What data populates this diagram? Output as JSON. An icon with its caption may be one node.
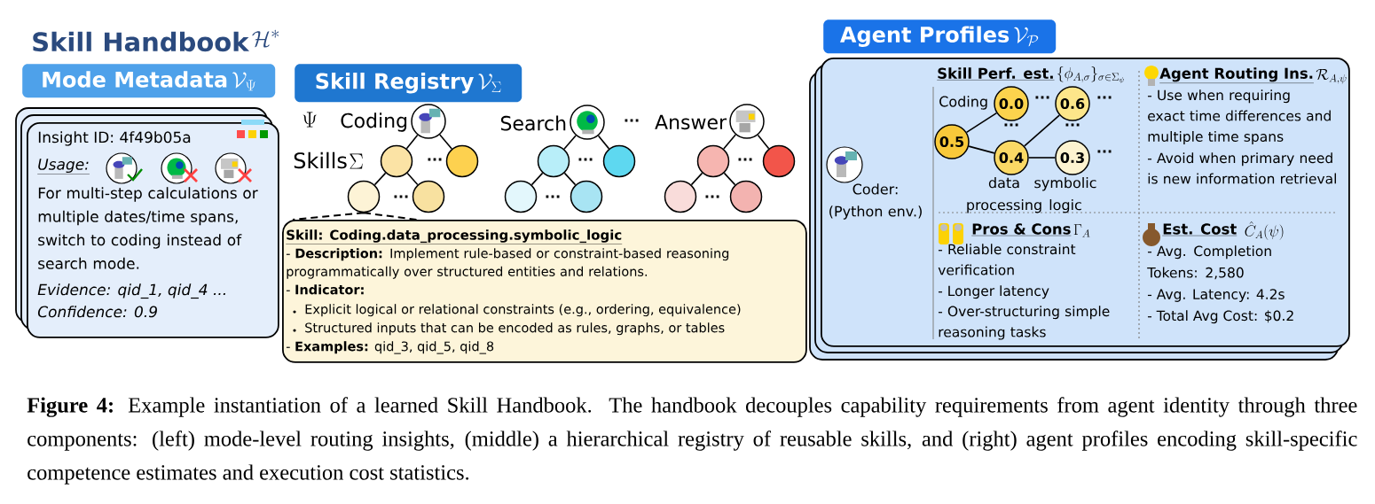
{
  "diagram": {
    "title": "Skill Handbook",
    "caption": "**Figure 4:** Example instantiation of a learned Skill Handbook. The handbook decouples capability requirements from agent identity through three components: (left) mode-level routing insights, (middle) a hierarchical registry of reusable skills, and (right) agent profiles encoding skill-specific competence estimates and execution cost statistics.",
    "nodes": [
      {
        "text": [
          "Mode Metadata",
          "\\mathcal{V}_{\\Psi}"
        ]
      },
      {
        "text": [
          "Insight ID: 4f49b05a",
          "Usage:",
          "For multi-step calculations or multiple dates/time spans, switch to coding instead of search mode.",
          "Evidence: qid_1, qid_4 ...",
          "Confidence: 0.9"
        ]
      },
      {
        "text": [
          "Skill Registry",
          "\\mathcal{V}_{\\Sigma}"
        ]
      },
      {
        "text": [],
        "shape": "circle",
        "beside": [
          "Coding"
        ]
      },
      {
        "text": [],
        "shape": "circle"
      },
      {
        "text": [],
        "shape": "circle"
      },
      {
        "text": [],
        "shape": "circle"
      },
      {
        "text": [],
        "shape": "circle"
      },
      {
        "text": [],
        "shape": "circle",
        "beside": [
          "Search"
        ]
      },
      {
        "text": [],
        "shape": "circle"
      },
      {
        "text": [],
        "shape": "circle"
      },
      {
        "text": [],
        "shape": "circle"
      },
      {
        "text": [],
        "shape": "circle"
      },
      {
        "text": [],
        "shape": "circle",
        "beside": [
          "Answer"
        ]
      },
      {
        "text": [],
        "shape": "circle"
      },
      {
        "text": [],
        "shape": "circle"
      },
      {
        "text": [],
        "shape": "circle"
      },
      {
        "text": [],
        "shape": "circle"
      },
      {
        "text": [
          "Skill: Coding.data_processing.symbolic_logic",
          "- **Description:** Implement rule-based or constraint-based reasoning programmatically over structured entities and relations.",
          "- **Indicator:**",
          "Explicit logical or relational constraints (e.g., ordering, equivalence)",
          "Structured inputs that can be encoded as rules, graphs, or tables",
          "- **Examples:** qid_3, qid_5, qid_8"
        ]
      },
      {
        "text": [
          "Agent Profiles",
          "\\mathcal{V}_{\\mathcal{P}}"
        ]
      },
      {
        "text": [
          "Coder: (Python env.)",
          "Skill Perf. est.",
          "\\{\\phi_{A,\\sigma}\\}_{\\sigma\\in\\Sigma_{\\psi}}",
          "Agent Routing Ins.",
          "\\mathcal{R}_{A,\\psi}",
          "- Use when requiring exact time differences and multiple time spans",
          "- Avoid when primary need is new information retrieval",
          "Pros & Cons",
          "\\Gamma_{A}",
          "- Reliable constraint verification",
          "- Longer latency",
          "- Over-structuring simple reasoning tasks",
          "Est. Cost",
          "\\hat{C}_{A}(\\psi)",
          "- Avg. Completion Tokens: 2,580",
          "- Avg. Latency: 4.2s",
          "- Total Avg Cost: $0.2"
        ]
      },
      {
        "text": [
          "0.5"
        ],
        "in": 20
      },
      {
        "text": [
          "0.0"
        ],
        "in": 20
      },
      {
        "text": [
          "0.4"
        ],
        "in": 20,
        "beside": [
          "data processing"
        ]
      },
      {
        "text": [
          "0.6"
        ],
        "in": 20
      },
      {
        "text": [
          "0.3"
        ],
        "in": 20,
        "beside": [
          "symbolic logic"
        ]
      }
    ],
    "edges": [
      {
        "from": 3,
        "to": 4,
        "arrow": "none"
      },
      {
        "from": 3,
        "to": 5,
        "arrow": "none"
      },
      {
        "from": 4,
        "to": 6,
        "arrow": "none"
      },
      {
        "from": 4,
        "to": 7,
        "arrow": "none"
      },
      {
        "from": 8,
        "to": 9,
        "arrow": "none"
      },
      {
        "from": 8,
        "to": 10,
        "arrow": "none"
      },
      {
        "from": 9,
        "to": 11,
        "arrow": "none"
      },
      {
        "from": 9,
        "to": 12,
        "arrow": "none"
      },
      {
        "from": 13,
        "to": 14,
        "arrow": "none"
      },
      {
        "from": 13,
        "to": 15,
        "arrow": "none"
      },
      {
        "from": 14,
        "to": 16,
        "arrow": "none"
      },
      {
        "from": 14,
        "to": 17,
        "arrow": "none"
      },
      {
        "from": 6,
        "to": 18,
        "arrow": "none",
        "style": "dashed"
      },
      {
        "from": 21,
        "to": 22,
        "arrow": "none"
      },
      {
        "from": 21,
        "to": 23,
        "arrow": "none"
      },
      {
        "from": 23,
        "to": 24,
        "arrow": "none"
      },
      {
        "from": 23,
        "to": 25,
        "arrow": "none"
      }
    ],
    "labels": [
      "\\mathcal{H}^{*}",
      "\\Psi",
      "Skills",
      "\\Sigma",
      "...",
      "...",
      "...",
      "...",
      "...",
      "...",
      "...",
      "Coding",
      "···",
      "···",
      "···",
      "···",
      "···"
    ]
  }
}
